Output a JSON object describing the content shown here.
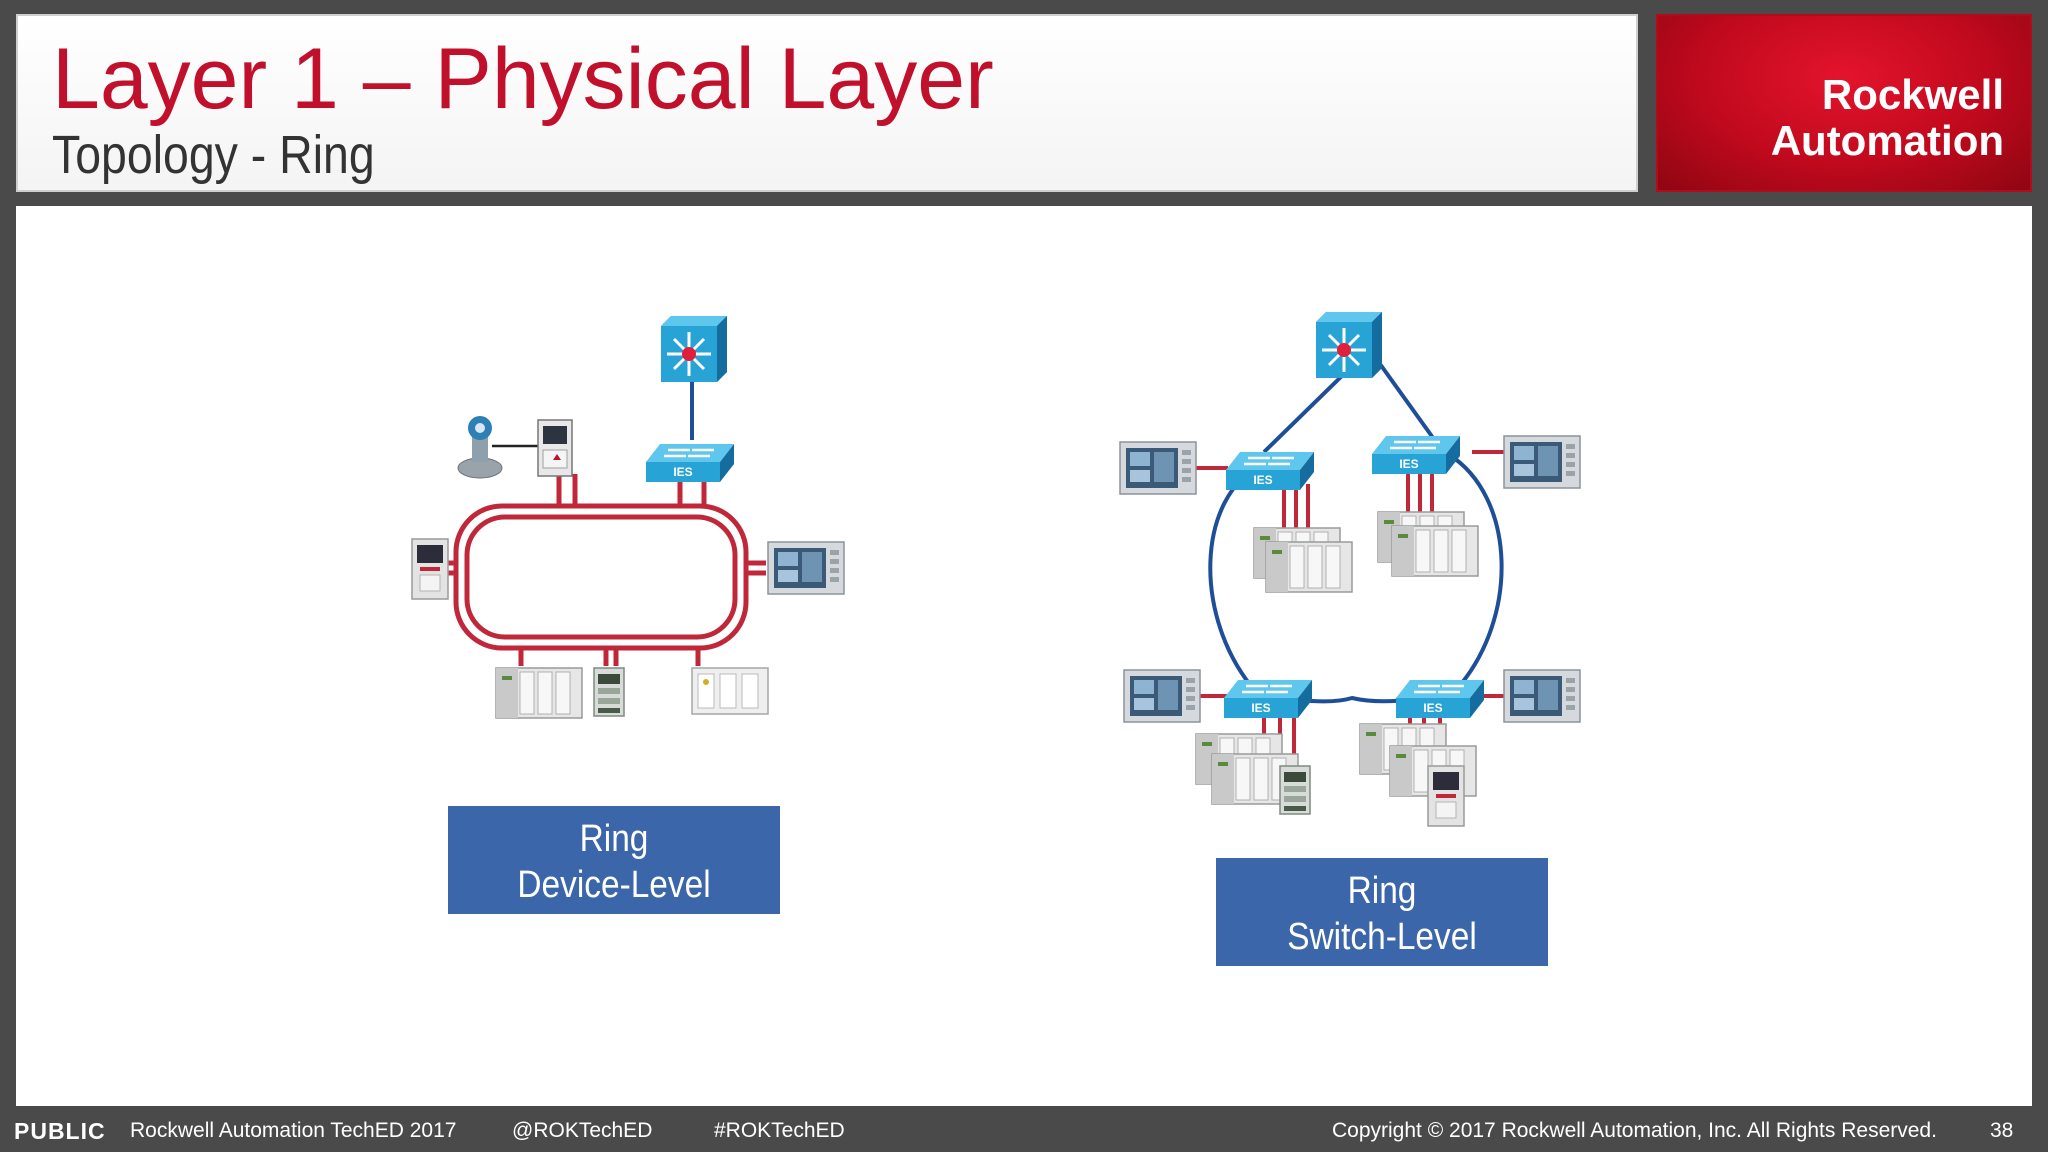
{
  "header": {
    "title": "Layer 1 – Physical Layer",
    "subtitle": "Topology - Ring"
  },
  "logo": {
    "line1": "Rockwell",
    "line2": "Automation"
  },
  "diagrams": {
    "device_level": {
      "switch_label": "IES",
      "caption_line1": "Ring",
      "caption_line2": "Device-Level"
    },
    "switch_level": {
      "switch_labels": [
        "IES",
        "IES",
        "IES",
        "IES"
      ],
      "caption_line1": "Ring",
      "caption_line2": "Switch-Level"
    }
  },
  "colors": {
    "title_red": "#c0102c",
    "ring_red": "#c0283a",
    "ring_blue": "#1f4e99",
    "caption_blue": "#3b66aa",
    "switch_cyan": "#27a3d6"
  },
  "footer": {
    "classification": "PUBLIC",
    "event": "Rockwell Automation TechED 2017",
    "twitter": "@ROKTechED",
    "hashtag": "#ROKTechED",
    "copyright": "Copyright © 2017 Rockwell Automation, Inc. All Rights Reserved.",
    "page_number": "38"
  }
}
